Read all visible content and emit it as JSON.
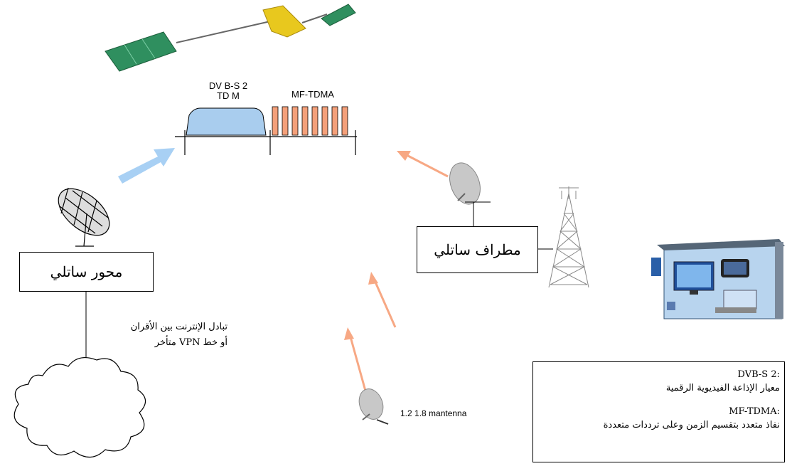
{
  "hub": {
    "label": "محور ساتلي"
  },
  "terminal": {
    "label": "مطراف ساتلي"
  },
  "network_note": {
    "line1": "تبادل الإنترنت بين الأقران",
    "line2": "أو خط VPN متأخر"
  },
  "carrier_tdm": {
    "line1": "DV B-S 2",
    "line2": "TD M"
  },
  "carrier_mftdma": {
    "label": "MF-TDMA"
  },
  "antenna_note": {
    "label": "1.2  1.8  mantenna"
  },
  "legend": {
    "term1": "DVB-S 2:",
    "def1": "معيار الإذاعة الفيديوية الرقمية",
    "term2": "MF-TDMA:",
    "def2": "نفاذ متعدد بتقسيم الزمن وعلى ترددات متعددة"
  },
  "colors": {
    "tdm_fill": "#a9cdee",
    "mftdma_fill": "#f4a07a",
    "uplink_arrow": "#f7a884",
    "hub_arrow": "#a8d0f4",
    "satellite_panel": "#2f8f5f",
    "satellite_body": "#e8c81e"
  },
  "icons": {
    "satellite": "satellite-icon",
    "hub_dish": "satellite-dish-icon",
    "vsat_dish": "vsat-dish-icon",
    "tower": "radio-tower-icon",
    "house": "house-with-devices-icon",
    "cloud": "cloud-icon"
  }
}
